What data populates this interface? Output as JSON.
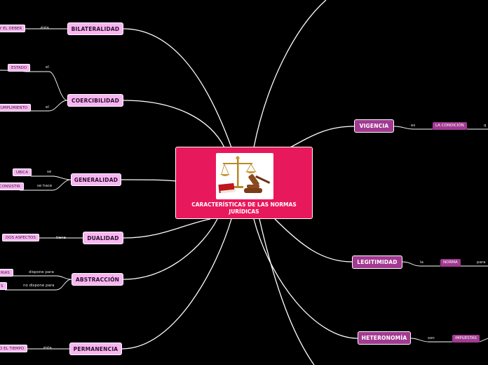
{
  "central": {
    "title": "CARACTERÍSTICAS DE LAS NORMAS JURÍDICAS",
    "image_icon": "scales-gavel-book-icon"
  },
  "left_nodes": {
    "bilateralidad": {
      "label": "BILATERALIDAD",
      "connector": "ésta",
      "tag": "Y EL DEBER"
    },
    "coercibilidad": {
      "label": "COERCIBILIDAD",
      "connector_1": "el",
      "tag_1": "ESTADO",
      "connector_2": "el",
      "tag_2": "CUMPLIMIENTO"
    },
    "generalidad": {
      "label": "GENERALIDAD",
      "connector_1": "se",
      "tag_1": "UBICA",
      "connector_2": "se hace",
      "tag_2": "CONSISTIR"
    },
    "dualidad": {
      "label": "DUALIDAD",
      "connector": "tiene",
      "tag": "DOS ASPECTOS"
    },
    "abstraccion": {
      "label": "ABSTRACCIÓN",
      "connector_1": "dispone para",
      "tag_1": "RIAS",
      "connector_2": "no dispone para",
      "tag_2": "S"
    },
    "permanencia": {
      "label": "PERMANENCIA",
      "connector": "ésta",
      "tag": "O EL TIEMPO"
    }
  },
  "right_nodes": {
    "vigencia": {
      "label": "VIGENCIA",
      "connector_1": "es",
      "tag": "LA CONDICIÓN",
      "connector_2": "q"
    },
    "legitimidad": {
      "label": "LEGITIMIDAD",
      "connector_1": "la",
      "tag": "NORMA",
      "connector_2": "para"
    },
    "heteronomia": {
      "label": "HETERONOMÍA",
      "connector_1": "son",
      "tag": "IMPUESTAS"
    }
  },
  "colors": {
    "background": "#000000",
    "central": "#e8185d",
    "left_node": "#f9b6f2",
    "right_node": "#a23a91",
    "line": "#ffffff"
  }
}
